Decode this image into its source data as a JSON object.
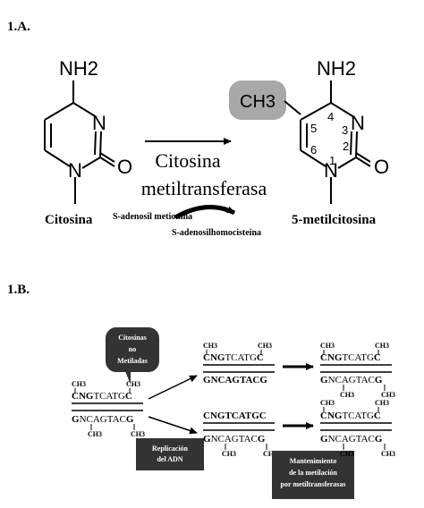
{
  "part_a": {
    "label": "1.A.",
    "cytosine": {
      "amine": "NH2",
      "ring_n_right": "N",
      "ring_n_bottom": "N",
      "carbonyl_o": "O",
      "name": "Citosina"
    },
    "methylcytosine": {
      "methyl": "CH3",
      "amine": "NH2",
      "ring_n_right": "N",
      "ring_n_bottom": "N",
      "carbonyl_o": "O",
      "positions": [
        "1",
        "2",
        "3",
        "4",
        "5",
        "6"
      ],
      "name": "5-metilcitosina"
    },
    "enzyme_line1": "Citosina",
    "enzyme_line2": "metiltransferasa",
    "cofactor_in": "S-adenosil metionina",
    "cofactor_out": "S-adenosilhomocisteina"
  },
  "part_b": {
    "label": "1.B.",
    "bubble_unmethylated": [
      "Citosinas",
      "no",
      "Metiladas"
    ],
    "box_replication": [
      "Replicación",
      "del ADN"
    ],
    "box_maintenance": [
      "Mantenimiento",
      "de la metilación",
      "por metiltransferasas"
    ],
    "top_strand": [
      "C",
      "NG",
      "TCATG",
      "C"
    ],
    "bottom_strand": [
      "G",
      "NCAGTAC",
      "G"
    ],
    "methyl_label": "CH3"
  }
}
